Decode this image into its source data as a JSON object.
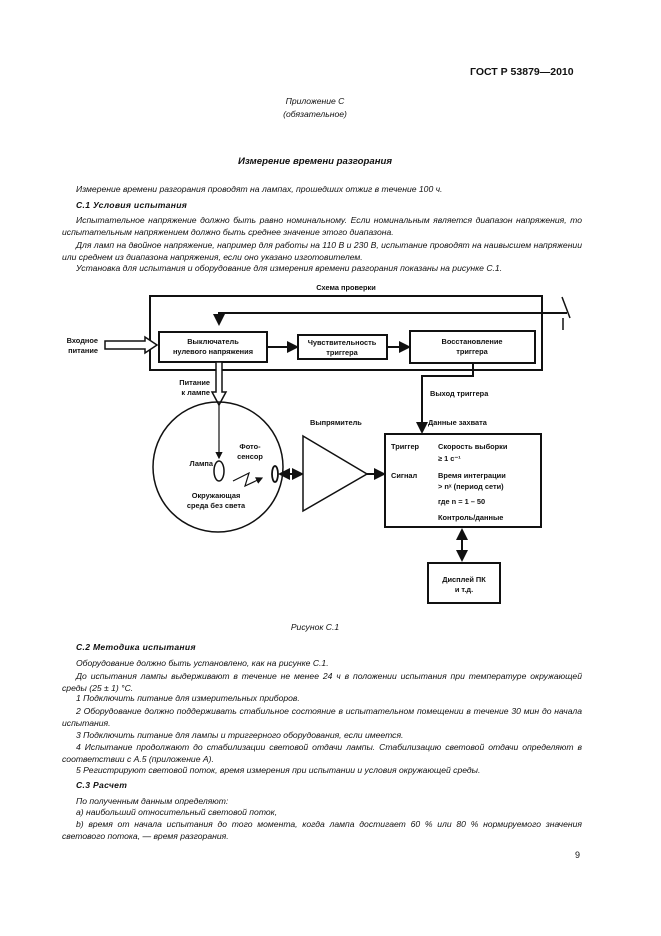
{
  "header": {
    "doc_id": "ГОСТ Р 53879—2010"
  },
  "annex": {
    "title": "Приложение С",
    "status": "(обязательное)",
    "heading": "Измерение времени разгорания"
  },
  "intro": "Измерение времени разгорания проводят на лампах, прошедших отжиг в течение 100 ч.",
  "c1": {
    "heading": "С.1  Условия испытания",
    "paragraphs": [
      "Испытательное напряжение должно быть равно номинальному. Если номинальным является диапазон напряжения, то испытательным напряжением должно быть среднее значение этого диапазона.",
      "Для ламп на двойное напряжение, например для работы на 110 В и 230 В, испытание проводят на наивысшем напряжении или среднем из диапазона напряжения, если оно указано изготовителем.",
      "Установка для испытания и оборудование для измерения времени разгорания показаны на рисунке С.1."
    ]
  },
  "figure": {
    "scheme_label": "Схема проверки",
    "input_label_1": "Входное",
    "input_label_2": "питание",
    "box_switch_1": "Выключатель",
    "box_switch_2": "нулевого напряжения",
    "box_sens_1": "Чувствительность",
    "box_sens_2": "триггера",
    "box_reset_1": "Восстановление",
    "box_reset_2": "триггера",
    "lamp_power_1": "Питание",
    "lamp_power_2": "к лампе",
    "trigger_out": "Выход триггера",
    "capture": "Данные захвата",
    "rectifier": "Выпрямитель",
    "lamp": "Лампа",
    "photo_1": "Фото-",
    "photo_2": "сенсор",
    "env_1": "Окружающая",
    "env_2": "среда без света",
    "trigger": "Триггер",
    "rate_1": "Скорость выборки",
    "rate_2": "≥ 1 с⁻¹",
    "signal": "Сигнал",
    "integ_1": "Время интеграции",
    "integ_2": "> nˣ (период сети)",
    "where": "где n = 1 – 50",
    "control": "Контроль/данные",
    "display_1": "Дисплей ПК",
    "display_2": "и т.д.",
    "caption": "Рисунок С.1"
  },
  "c2": {
    "heading": "С.2  Методика испытания",
    "paragraphs": [
      "Оборудование должно быть установлено, как на рисунке С.1.",
      "До испытания лампы выдерживают в течение не менее 24 ч в положении испытания при температуре окружающей среды (25 ± 1) °С.",
      "1  Подключить питание для измерительных приборов.",
      "2  Оборудование должно поддерживать стабильное состояние в испытательном помещении в течение 30 мин до начала испытания.",
      "3  Подключить питание для лампы и триггерного оборудования, если имеется.",
      "4  Испытание продолжают до стабилизации световой отдачи лампы. Стабилизацию световой отдачи определяют в соответствии с А.5 (приложение А).",
      "5  Регистрируют световой поток, время измерения при испытании и условия окружающей среды."
    ]
  },
  "c3": {
    "heading": "С.3  Расчет",
    "paragraphs": [
      "По полученным данным определяют:",
      "a)  наибольший относительный световой поток,",
      "b)  время от начала испытания до того момента, когда лампа достигает 60 % или 80 % нормируемого значения светового потока, —  время разгорания."
    ]
  },
  "page_number": "9"
}
